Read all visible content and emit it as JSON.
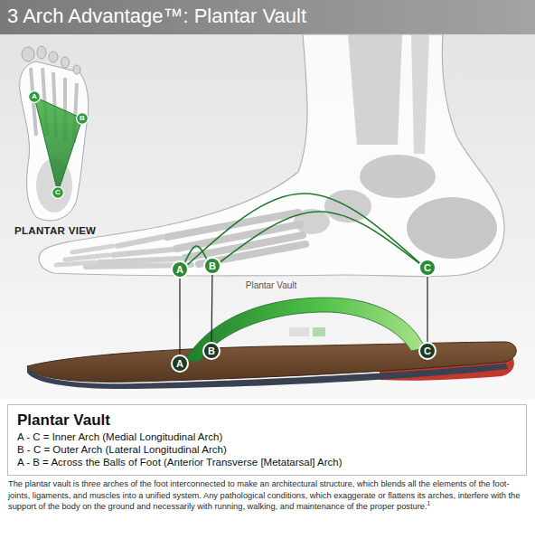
{
  "diagram": {
    "title": "3 Arch Advantage™: Plantar Vault",
    "caption": "The plantar vault is three arches of the foot interconnected to make an architectural structure, which blends all the elements of the foot-joints, ligaments, and muscles into a unified system. Any pathological conditions, which exaggerate or flattens its arches, interfere with the support of the body on the ground and necessarily with running, walking, and maintenance of the proper posture.",
    "nodes": [
      {
        "text": [
          "A"
        ]
      },
      {
        "text": [
          "B"
        ]
      },
      {
        "text": [
          "C"
        ]
      },
      {
        "text": [
          "A"
        ]
      },
      {
        "text": [
          "B"
        ]
      },
      {
        "text": [
          "C"
        ]
      },
      {
        "text": [
          "A"
        ]
      },
      {
        "text": [
          "B"
        ]
      },
      {
        "text": [
          "C"
        ]
      },
      {
        "text": [
          "Plantar Vault",
          "A - C = Inner Arch (Medial Longitudinal Arch)",
          "B - C = Outer Arch (Lateral Longitudinal Arch)",
          "A - B = Across the Balls of Foot (Anterior Transverse [Metatarsal] Arch)"
        ]
      }
    ],
    "edges": [
      {
        "from": 3,
        "to": 6,
        "arrow": "none"
      },
      {
        "from": 4,
        "to": 7,
        "arrow": "none"
      },
      {
        "from": 5,
        "to": 8,
        "arrow": "none"
      },
      {
        "from": 3,
        "to": 5,
        "arrow": "none"
      },
      {
        "from": 4,
        "to": 5,
        "arrow": "none"
      },
      {
        "from": 3,
        "to": 4,
        "arrow": "none"
      }
    ],
    "labels": [
      "PLANTAR VIEW",
      "Plantar Vault",
      "1"
    ]
  }
}
